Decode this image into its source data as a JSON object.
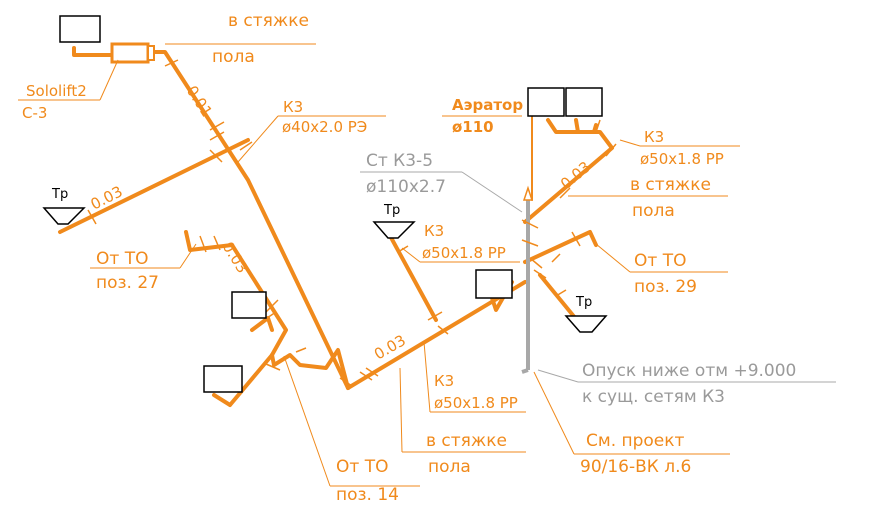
{
  "labels": {
    "v_styazhke": "в стяжке",
    "pola": "пола",
    "sololift": "Sololift2",
    "c3": "С-3",
    "slope_001": "0.01",
    "k3": "К3",
    "d40": "ø40x2.0 РЭ",
    "tr": "Тр",
    "slope_003": "0.03",
    "ot_to": "От ТО",
    "poz27": "поз. 27",
    "aerator": "Аэратор",
    "d110": "ø110",
    "st_k35": "Ст К3-5",
    "d110x27": "ø110x2.7",
    "d50_pp": "ø50x1.8 РР",
    "poz29": "поз. 29",
    "opusk": "Опуск ниже отм +9.000",
    "k_sush": "к сущ. сетям К3",
    "sm_proekt": "См. проект",
    "ref_9016": "90/16-ВК л.6",
    "poz14": "поз. 14"
  },
  "colors": {
    "pipe": "#f08a1c",
    "riser": "#a8a8a8",
    "fixture": "#000000"
  }
}
